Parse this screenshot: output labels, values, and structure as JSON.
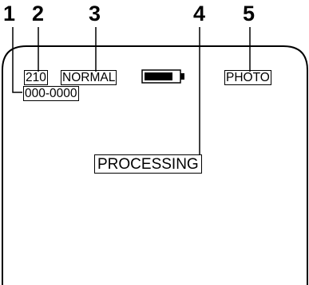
{
  "callouts": [
    "1",
    "2",
    "3",
    "4",
    "5"
  ],
  "screen": {
    "counter": "210",
    "quality": "NORMAL",
    "battery_icon": "battery-icon",
    "mode": "PHOTO",
    "file_number": "000-0000",
    "status": "PROCESSING"
  }
}
